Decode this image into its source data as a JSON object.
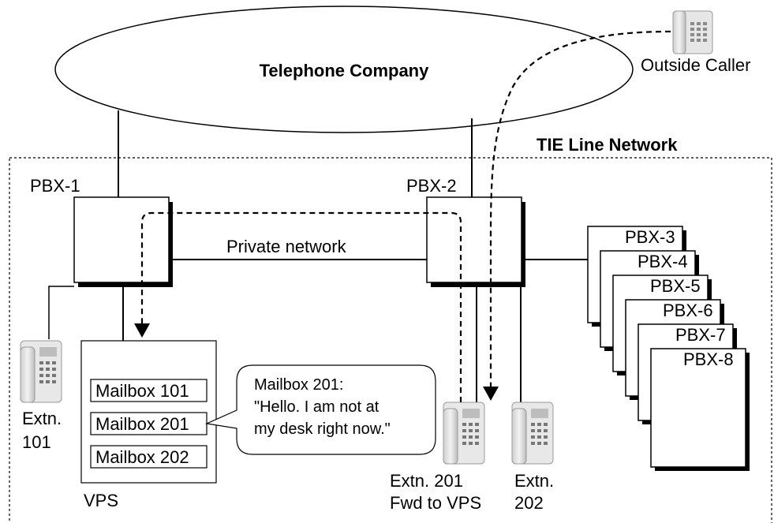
{
  "cloud": {
    "label": "Telephone Company"
  },
  "outside_caller": {
    "label": "Outside Caller",
    "icon": "desk-phone-icon"
  },
  "network": {
    "label": "TIE Line Network"
  },
  "pbx1": {
    "label": "PBX-1"
  },
  "pbx2": {
    "label": "PBX-2"
  },
  "private_network": {
    "label": "Private network"
  },
  "pbx_stack": [
    "PBX-3",
    "PBX-4",
    "PBX-5",
    "PBX-6",
    "PBX-7",
    "PBX-8"
  ],
  "vps": {
    "label": "VPS",
    "mailboxes": [
      "Mailbox 101",
      "Mailbox 201",
      "Mailbox 202"
    ]
  },
  "callout": {
    "lines": [
      "Mailbox 201:",
      "\"Hello. I am not at",
      "my desk right now.\""
    ]
  },
  "extn101": {
    "line1": "Extn.",
    "line2": "101",
    "icon": "desk-phone-icon"
  },
  "extn201": {
    "line1": "Extn. 201",
    "line2": "Fwd to VPS",
    "icon": "desk-phone-icon"
  },
  "extn202": {
    "line1": "Extn.",
    "line2": "202",
    "icon": "desk-phone-icon"
  }
}
